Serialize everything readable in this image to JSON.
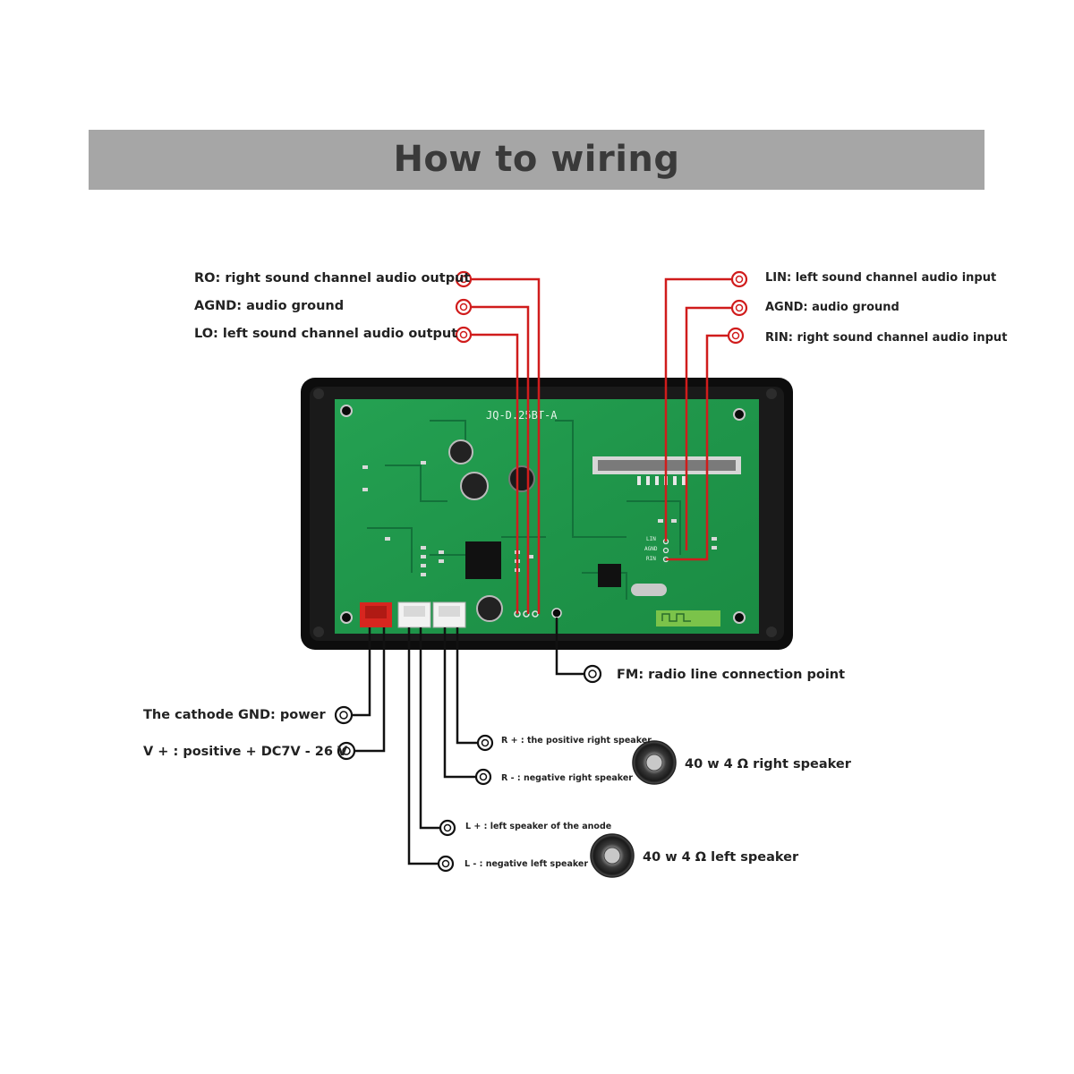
{
  "title": "How to wiring",
  "board_model": "JQ-D.25BT-A",
  "colors": {
    "wire_red": "#d01c1c",
    "wire_black": "#111111",
    "pcb_green": "#1f9a4a",
    "banner_gray": "#a6a6a6"
  },
  "top_left_labels": [
    {
      "text": "RO: right sound channel audio output"
    },
    {
      "text": "AGND: audio ground"
    },
    {
      "text": "LO: left sound channel audio output"
    }
  ],
  "top_right_labels": [
    {
      "text": "LIN: left sound channel audio input"
    },
    {
      "text": "AGND: audio ground"
    },
    {
      "text": "RIN: right sound channel audio input"
    }
  ],
  "fm_label": "FM: radio line connection point",
  "power_labels": [
    {
      "text": "The cathode GND: power"
    },
    {
      "text": "V + : positive + DC7V - 26 V"
    }
  ],
  "speaker_wire_labels": [
    {
      "text": "R + : the positive right speaker"
    },
    {
      "text": "R - : negative right speaker"
    },
    {
      "text": "L + : left speaker of the anode"
    },
    {
      "text": "L - : negative left speaker"
    }
  ],
  "speakers": [
    {
      "label": "40 w 4 Ω right speaker",
      "icon": "speaker-icon"
    },
    {
      "label": "40 w 4 Ω left speaker",
      "icon": "speaker-icon"
    }
  ],
  "silkscreen": {
    "lin": "LIN",
    "agnd": "AGND",
    "rin": "RIN"
  }
}
